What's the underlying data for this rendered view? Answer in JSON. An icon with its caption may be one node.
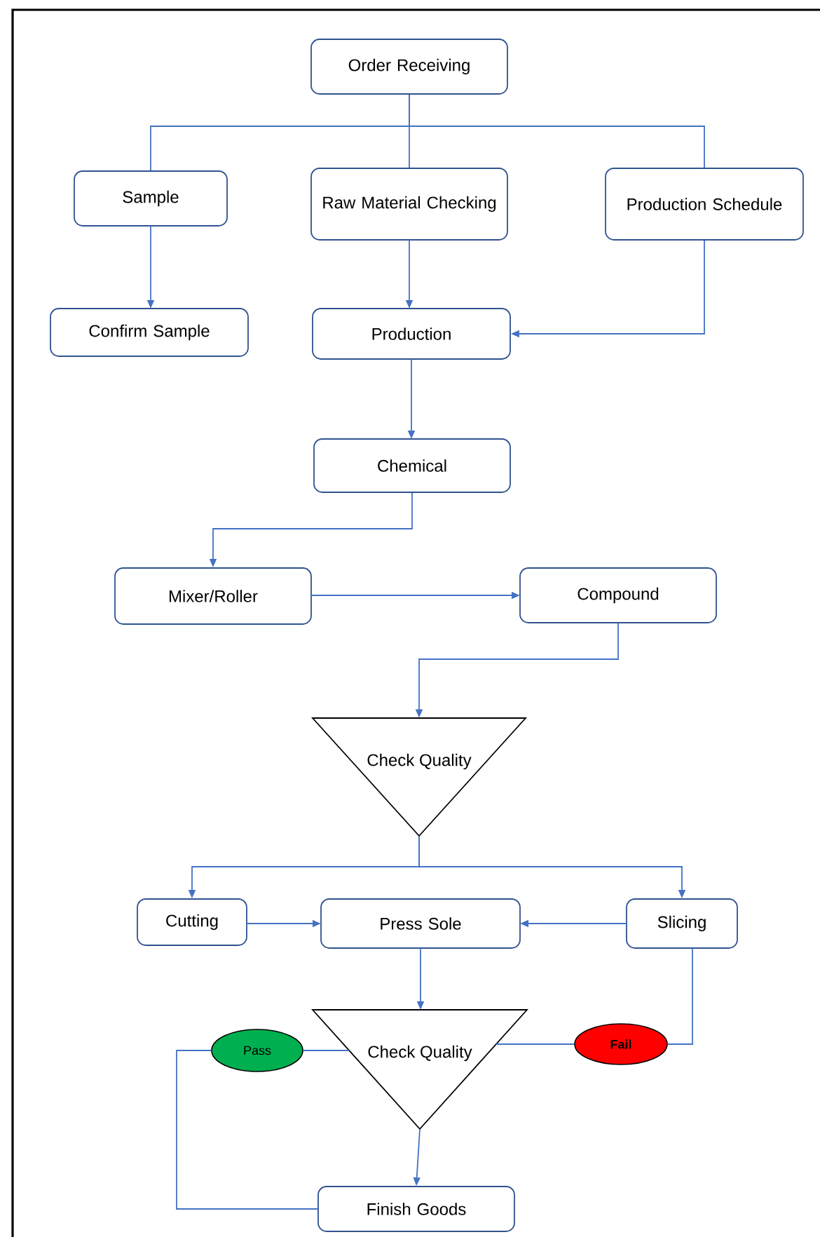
{
  "diagram": {
    "nodes": [
      {
        "text": [
          "Order Receiving"
        ]
      },
      {
        "text": [
          "Sample"
        ]
      },
      {
        "text": [
          "Raw Material Checking"
        ]
      },
      {
        "text": [
          "Production Schedule"
        ]
      },
      {
        "text": [
          "Confirm Sample"
        ]
      },
      {
        "text": [
          "Production"
        ]
      },
      {
        "text": [
          "Chemical"
        ]
      },
      {
        "text": [
          "Mixer/Roller"
        ]
      },
      {
        "text": [
          "Compound"
        ]
      },
      {
        "text": [
          "Check Quality"
        ]
      },
      {
        "text": [
          "Cutting"
        ]
      },
      {
        "text": [
          "Press Sole"
        ]
      },
      {
        "text": [
          "Slicing"
        ]
      },
      {
        "text": [
          "Check Quality"
        ]
      },
      {
        "text": [
          "Pass"
        ]
      },
      {
        "text": [
          "Fail"
        ]
      },
      {
        "text": [
          "Finish Goods"
        ]
      }
    ],
    "edges": [
      {
        "from": 0,
        "to": 1,
        "arrow": "none"
      },
      {
        "from": 0,
        "to": 2,
        "arrow": "none"
      },
      {
        "from": 0,
        "to": 3,
        "arrow": "none"
      },
      {
        "from": 1,
        "to": 4,
        "arrow": "to"
      },
      {
        "from": 2,
        "to": 5,
        "arrow": "to"
      },
      {
        "from": 3,
        "to": 5,
        "arrow": "to"
      },
      {
        "from": 5,
        "to": 6,
        "arrow": "to"
      },
      {
        "from": 6,
        "to": 7,
        "arrow": "to"
      },
      {
        "from": 7,
        "to": 8,
        "arrow": "to"
      },
      {
        "from": 8,
        "to": 9,
        "arrow": "to"
      },
      {
        "from": 9,
        "to": 10,
        "arrow": "to"
      },
      {
        "from": 9,
        "to": 12,
        "arrow": "to"
      },
      {
        "from": 10,
        "to": 11,
        "arrow": "to"
      },
      {
        "from": 12,
        "to": 11,
        "arrow": "to"
      },
      {
        "from": 11,
        "to": 13,
        "arrow": "to"
      },
      {
        "from": 13,
        "to": 14,
        "arrow": "none"
      },
      {
        "from": 14,
        "to": 16,
        "arrow": "none"
      },
      {
        "from": 13,
        "to": 15,
        "arrow": "none"
      },
      {
        "from": 15,
        "to": 12,
        "arrow": "none"
      },
      {
        "from": 13,
        "to": 16,
        "arrow": "to"
      }
    ]
  }
}
